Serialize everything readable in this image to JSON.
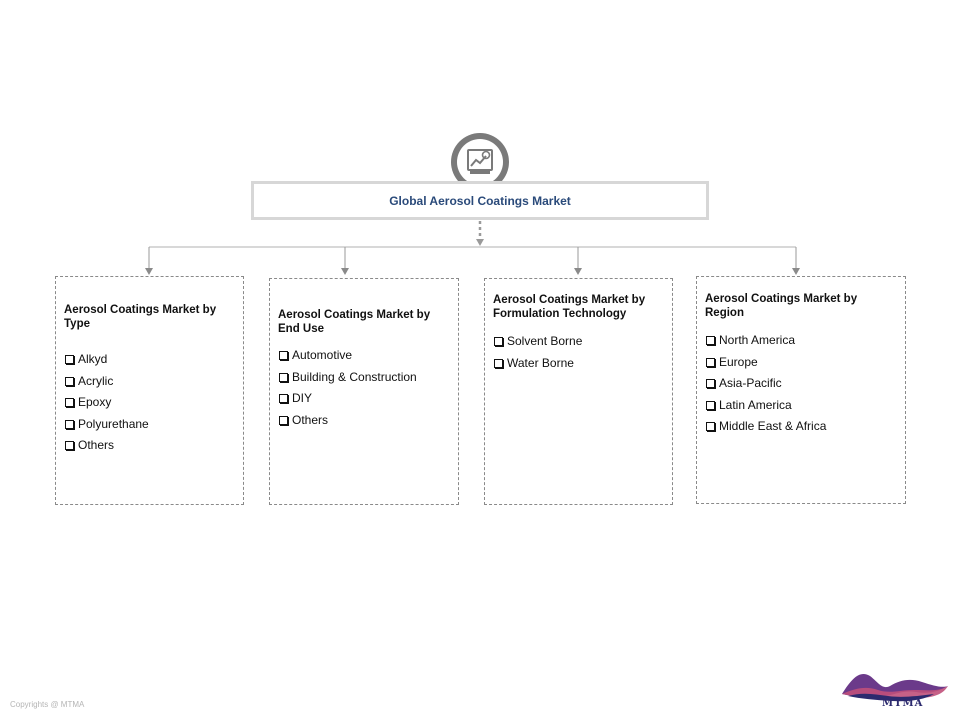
{
  "root": {
    "title": "Global Aerosol Coatings Market",
    "icon": "chart-report-icon"
  },
  "categories": [
    {
      "title": "Aerosol Coatings Market by Type",
      "items": [
        "Alkyd",
        "Acrylic",
        "Epoxy",
        "Polyurethane",
        "Others"
      ]
    },
    {
      "title": "Aerosol Coatings Market by End Use",
      "items": [
        "Automotive",
        "Building & Construction",
        "DIY",
        "Others"
      ]
    },
    {
      "title": "Aerosol Coatings Market by Formulation Technology",
      "items": [
        "Solvent Borne",
        "Water Borne"
      ]
    },
    {
      "title": "Aerosol Coatings Market by Region",
      "items": [
        "North America",
        "Europe",
        "Asia-Pacific",
        "Latin America",
        "Middle East & Africa"
      ]
    }
  ],
  "footer": {
    "copyright": "Copyrights @ MTMA",
    "logo_text": "MTMA"
  },
  "colors": {
    "root_title": "#2a4a7a",
    "icon_ring": "#7a7a7a",
    "box_border": "#d7d7d7",
    "connector": "#9a9a9a",
    "logo_navy": "#2c2a6e",
    "logo_pink": "#c0507a"
  }
}
